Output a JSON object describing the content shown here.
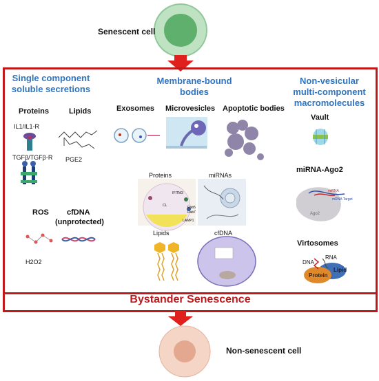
{
  "top": {
    "label": "Senescent cell"
  },
  "bottom": {
    "label": "Non-senescent cell"
  },
  "columns": {
    "single": {
      "title_line1": "Single component",
      "title_line2": "soluble secretions"
    },
    "membrane": {
      "title_line1": "Membrane-bound",
      "title_line2": "bodies"
    },
    "nonves": {
      "title_line1": "Non-vesicular",
      "title_line2": "multi-component",
      "title_line3": "macromolecules"
    }
  },
  "single": {
    "proteins": "Proteins",
    "lipids": "Lipids",
    "il1": "IL1/IL1-R",
    "tgfb": "TGFβ/TGFβ-R",
    "pge2": "PGE2",
    "ros": "ROS",
    "cfdna_line1": "cfDNA",
    "cfdna_line2": "(unprotected)",
    "h2o2": "H2O2"
  },
  "membrane": {
    "exosomes": "Exosomes",
    "microvesicles": "Microvesicles",
    "apoptotic": "Apoptotic bodies",
    "proteins": "Proteins",
    "mirnas": "miRNAs",
    "lipids": "Lipids",
    "cfdna": "cfDNA",
    "protein_tags": [
      "IFITM3",
      "CL",
      "Rab5",
      "Rab7",
      "LAMP1"
    ]
  },
  "nonves": {
    "vault": "Vault",
    "mirna_ago2": "miRNA-Ago2",
    "ago2": "Ago2",
    "mirna": "miRNA",
    "mrna_target": "mRNA Target",
    "virtosomes": "Virtosomes",
    "dna": "DNA",
    "rna": "RNA",
    "protein": "Protein",
    "lipid": "Lipid"
  },
  "banner": {
    "label": "Bystander Senescence"
  },
  "colors": {
    "frame": "#c0191c",
    "header_blue": "#2e74c0",
    "senescent_cell": "#7fc08a",
    "nonsenescent_cell": "#f3c9b4",
    "arrow": "#e0201c"
  }
}
